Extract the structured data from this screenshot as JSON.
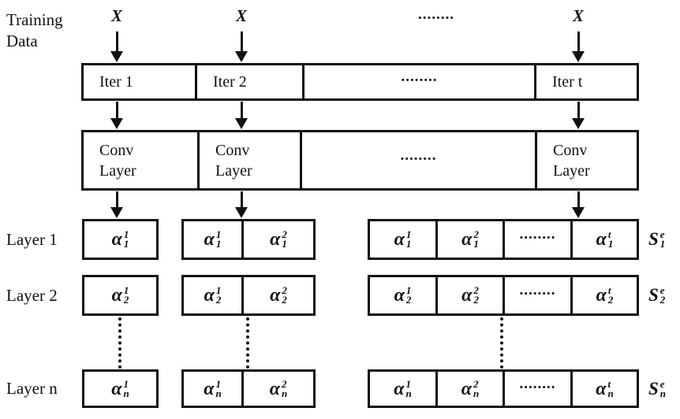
{
  "diagram": {
    "training_label": [
      "Training",
      "Data"
    ],
    "inputs": {
      "x1": "X",
      "x2": "X",
      "dots": "........",
      "x3": "X"
    },
    "iter_row": {
      "c1": "Iter 1",
      "c2": "Iter 2",
      "dots": "........",
      "c4": "Iter t"
    },
    "conv_row": {
      "c1": "Conv Layer",
      "c2": "Conv Layer",
      "dots": "........",
      "c4": "Conv Layer"
    },
    "rows": [
      {
        "label": "Layer 1",
        "single": {
          "sym": "α",
          "sup": "1",
          "sub": "1"
        },
        "pair": [
          {
            "sym": "α",
            "sup": "1",
            "sub": "1"
          },
          {
            "sym": "α",
            "sup": "2",
            "sub": "1"
          }
        ],
        "wide": [
          {
            "sym": "α",
            "sup": "1",
            "sub": "1"
          },
          {
            "sym": "α",
            "sup": "2",
            "sub": "1"
          },
          {
            "dots": "........"
          },
          {
            "sym": "α",
            "sup": "t",
            "sub": "1"
          }
        ],
        "sum": {
          "sym": "S",
          "sup": "e",
          "sub": "1"
        }
      },
      {
        "label": "Layer 2",
        "single": {
          "sym": "α",
          "sup": "1",
          "sub": "2"
        },
        "pair": [
          {
            "sym": "α",
            "sup": "1",
            "sub": "2"
          },
          {
            "sym": "α",
            "sup": "2",
            "sub": "2"
          }
        ],
        "wide": [
          {
            "sym": "α",
            "sup": "1",
            "sub": "2"
          },
          {
            "sym": "α",
            "sup": "2",
            "sub": "2"
          },
          {
            "dots": "........"
          },
          {
            "sym": "α",
            "sup": "t",
            "sub": "2"
          }
        ],
        "sum": {
          "sym": "S",
          "sup": "e",
          "sub": "2"
        }
      },
      {
        "label": "Layer n",
        "single": {
          "sym": "α",
          "sup": "1",
          "sub": "n"
        },
        "pair": [
          {
            "sym": "α",
            "sup": "1",
            "sub": "n"
          },
          {
            "sym": "α",
            "sup": "2",
            "sub": "n"
          }
        ],
        "wide": [
          {
            "sym": "α",
            "sup": "1",
            "sub": "n"
          },
          {
            "sym": "α",
            "sup": "2",
            "sub": "n"
          },
          {
            "dots": "........"
          },
          {
            "sym": "α",
            "sup": "t",
            "sub": "n"
          }
        ],
        "sum": {
          "sym": "S",
          "sup": "e",
          "sub": "n"
        }
      }
    ]
  }
}
